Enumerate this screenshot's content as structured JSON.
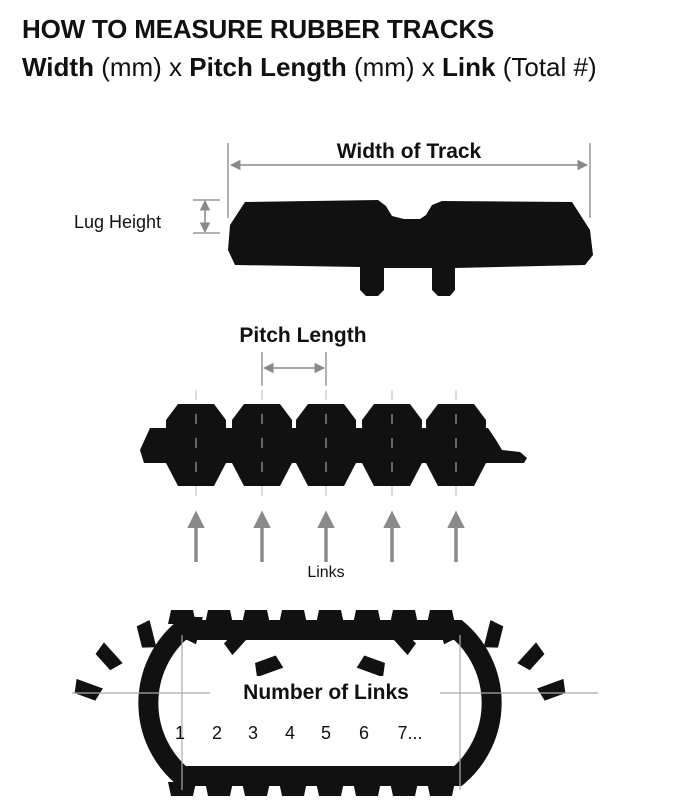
{
  "heading": {
    "title": "HOW TO MEASURE RUBBER TRACKS",
    "formula": {
      "part1_bold": "Width",
      "part1_unit": " (mm) x ",
      "part2_bold": "Pitch Length",
      "part2_unit": " (mm) x ",
      "part3_bold": "Link",
      "part3_unit": " (Total #)"
    }
  },
  "cross_section": {
    "width_label": "Width of Track",
    "lug_label": "Lug Height"
  },
  "side_view": {
    "pitch_label": "Pitch Length",
    "links_label": "Links"
  },
  "loop": {
    "center_label": "Number of Links",
    "link_numbers": [
      "1",
      "2",
      "3",
      "4",
      "5",
      "6",
      "7..."
    ]
  },
  "colors": {
    "track": "#111111",
    "dimension_lines": "#888888",
    "arrows": "#8a8a8a",
    "text": "#111111"
  }
}
